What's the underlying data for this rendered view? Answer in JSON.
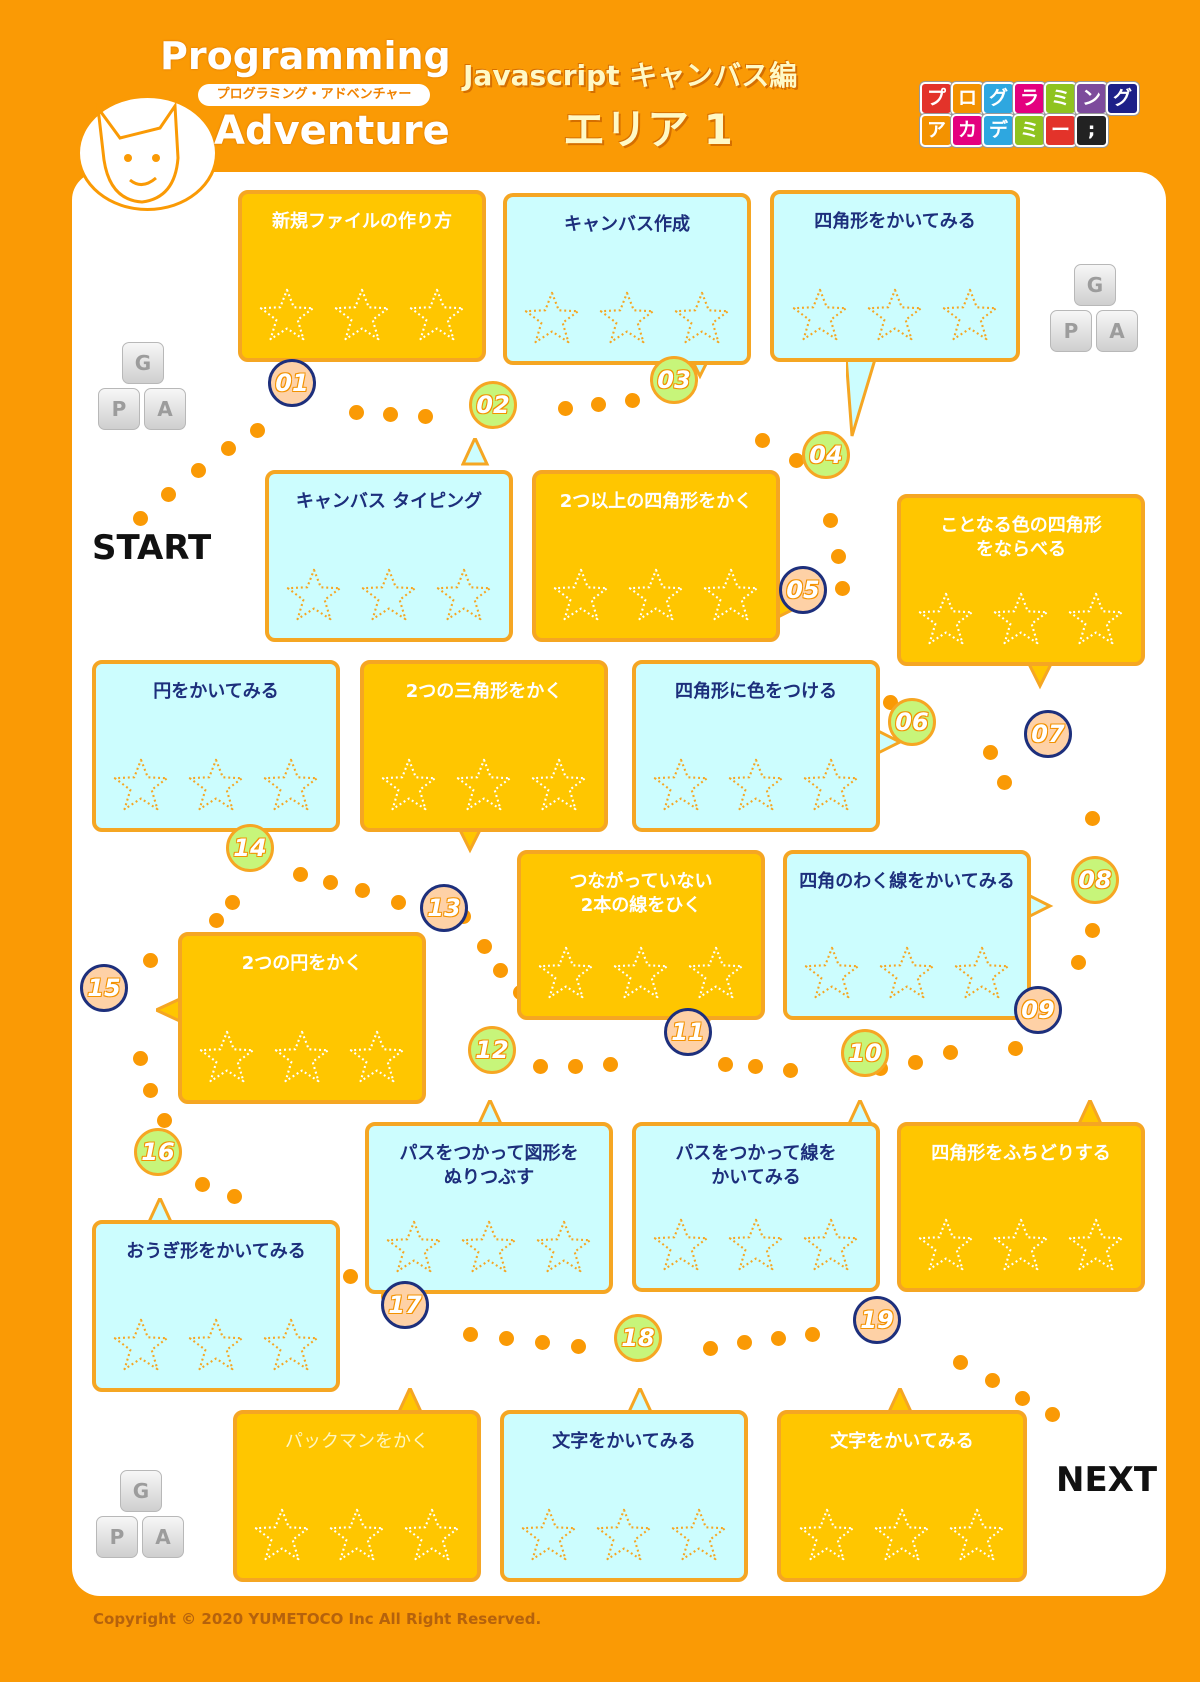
{
  "header": {
    "logo_top": "Programming",
    "logo_sub": "プログラミング・アドベンチャー",
    "logo_bottom": "Adventure",
    "subtitle": "Javascript キャンバス編",
    "area": "エリア 1",
    "academy_row1": [
      "プ",
      "ロ",
      "グ",
      "ラ",
      "ミ",
      "ン",
      "グ"
    ],
    "academy_row2": [
      "ア",
      "カ",
      "デ",
      "ミ",
      "ー",
      ";"
    ],
    "academy_colors": [
      "#e3332a",
      "#f39200",
      "#2ea7e0",
      "#e4007f",
      "#8fc31f",
      "#7d4b9c",
      "#1d2088",
      "#f39200",
      "#e4007f",
      "#2ea7e0",
      "#8fc31f",
      "#e3332a",
      "#222222"
    ]
  },
  "key_labels": [
    "G",
    "P",
    "A"
  ],
  "start_label": "START",
  "next_label": "NEXT",
  "cards": [
    {
      "title": "新規ファイルの作り方"
    },
    {
      "title": "キャンバス作成"
    },
    {
      "title": "四角形をかいてみる"
    },
    {
      "title": "キャンバス タイピング"
    },
    {
      "title": "2つ以上の四角形をかく"
    },
    {
      "title": "ことなる色の四角形\nをならべる"
    },
    {
      "title": "円をかいてみる"
    },
    {
      "title": "2つの三角形をかく"
    },
    {
      "title": "四角形に色をつける"
    },
    {
      "title": "つながっていない\n2本の線をひく"
    },
    {
      "title": "四角のわく線をかいてみる"
    },
    {
      "title": "2つの円をかく"
    },
    {
      "title": "パスをつかって図形を\nぬりつぶす"
    },
    {
      "title": "パスをつかって線を\nかいてみる"
    },
    {
      "title": "四角形をふちどりする"
    },
    {
      "title": "おうぎ形をかいてみる"
    },
    {
      "title": "パックマンをかく"
    },
    {
      "title": "文字をかいてみる"
    },
    {
      "title": "文字をかいてみる"
    }
  ],
  "steps": [
    "01",
    "02",
    "03",
    "04",
    "05",
    "06",
    "07",
    "08",
    "09",
    "10",
    "11",
    "12",
    "13",
    "14",
    "15",
    "16",
    "17",
    "18",
    "19"
  ],
  "colors": {
    "background": "#fa9a05",
    "card_yellow": "#ffc600",
    "card_cyan": "#ccfdfe",
    "navy": "#1d2f7c",
    "green_step": "#c7f57a",
    "peach_step": "#fed1a6"
  },
  "footer": {
    "copyright": "Copyright ©  2020 YUMETOCO Inc All Right Reserved."
  }
}
